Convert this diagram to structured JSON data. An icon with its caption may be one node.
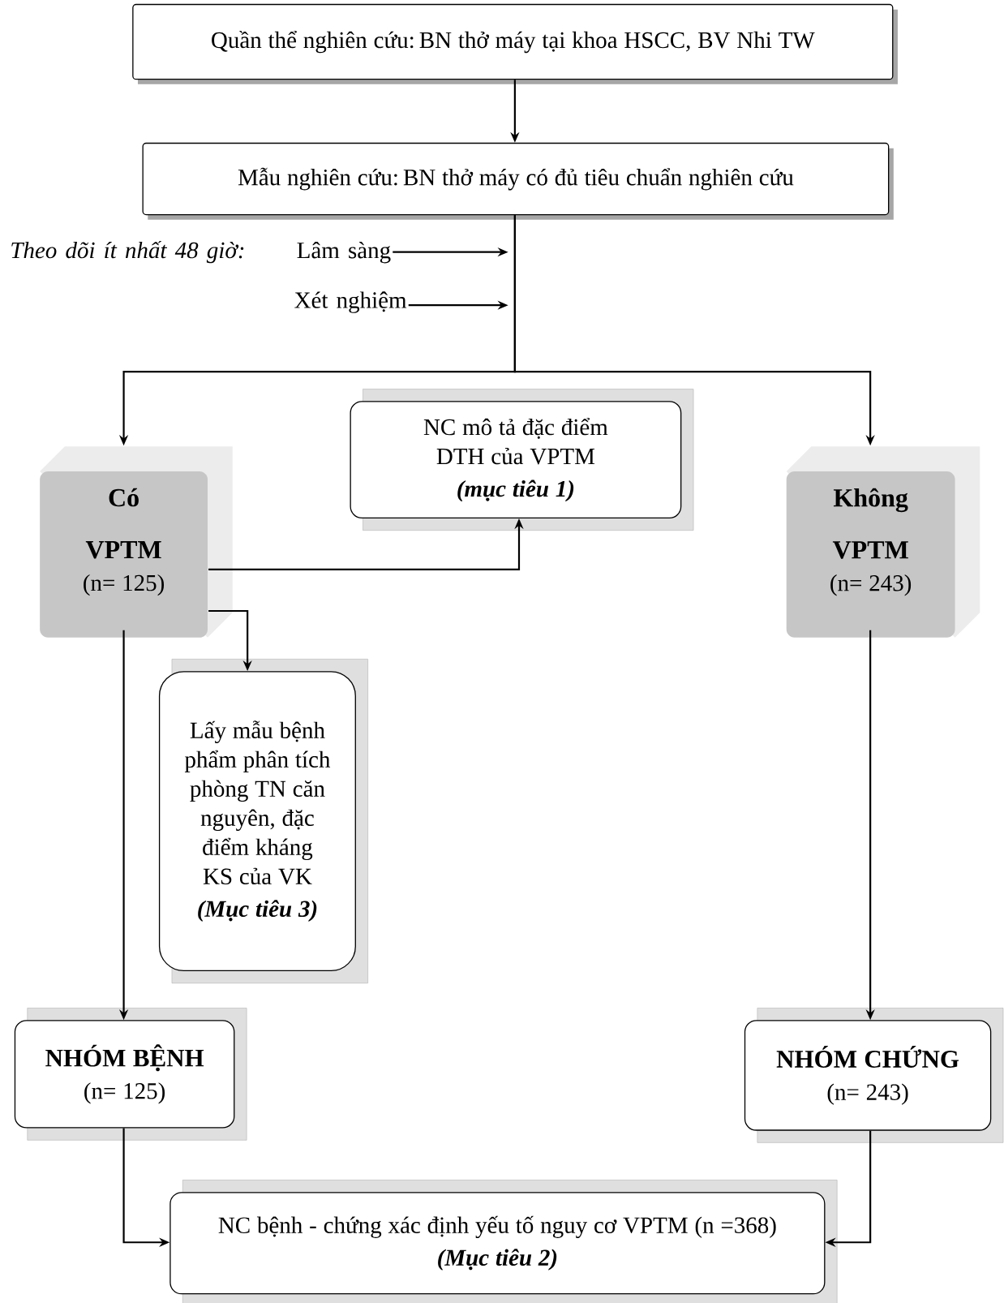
{
  "diagram": {
    "nodes": [
      {
        "text": [
          "Quần thể nghiên cứu: BN thở máy tại khoa HSCC, BV Nhi TW"
        ]
      },
      {
        "text": [
          "Mẫu nghiên cứu: BN thở máy có đủ tiêu chuẩn nghiên cứu"
        ]
      },
      {
        "text": [
          "Lâm sàng"
        ]
      },
      {
        "text": [
          "Xét nghiệm"
        ]
      },
      {
        "text": [
          "Có VPTM",
          "(n= 125)"
        ]
      },
      {
        "text": [
          "NC mô tả đặc điểm DTH của VPTM",
          "(mục tiêu 1)"
        ]
      },
      {
        "text": [
          "Không VPTM",
          "(n= 243)"
        ]
      },
      {
        "text": [
          "Lấy mẫu bệnh phẩm phân tích phòng TN căn nguyên, đặc điểm kháng KS của VK",
          "(Mục tiêu 3)"
        ]
      },
      {
        "text": [
          "NHÓM BỆNH",
          "(n= 125)"
        ]
      },
      {
        "text": [
          "NHÓM CHỨNG",
          "(n= 243)"
        ]
      },
      {
        "text": [
          "NC bệnh - chứng xác định yếu tố nguy cơ VPTM (n =368)",
          "(Mục tiêu 2)"
        ]
      }
    ],
    "edges": [
      {
        "from": 0,
        "to": 1,
        "arrow": "to"
      },
      {
        "from": 2,
        "to": null,
        "arrow": "to"
      },
      {
        "from": 3,
        "to": null,
        "arrow": "to"
      },
      {
        "from": 1,
        "to": 4,
        "arrow": "to"
      },
      {
        "from": 1,
        "to": 6,
        "arrow": "to"
      },
      {
        "from": 4,
        "to": 5,
        "arrow": "to"
      },
      {
        "from": 4,
        "to": 7,
        "arrow": "to"
      },
      {
        "from": 4,
        "to": 8,
        "arrow": "to"
      },
      {
        "from": 6,
        "to": 9,
        "arrow": "to"
      },
      {
        "from": 8,
        "to": 10,
        "arrow": "to"
      },
      {
        "from": 9,
        "to": 10,
        "arrow": "to"
      }
    ],
    "labels": [
      "Theo dõi ít nhất 48 giờ:"
    ]
  }
}
